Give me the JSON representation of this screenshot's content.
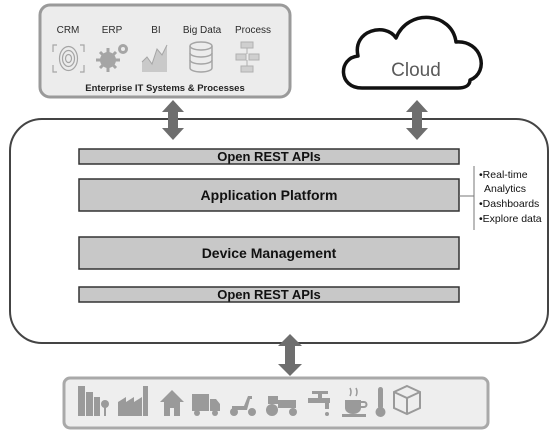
{
  "enterprise": {
    "systems": [
      {
        "label": "CRM",
        "icon": "fingerprint-icon"
      },
      {
        "label": "ERP",
        "icon": "gears-icon"
      },
      {
        "label": "BI",
        "icon": "chart-icon"
      },
      {
        "label": "Big Data",
        "icon": "database-icon"
      },
      {
        "label": "Process",
        "icon": "flowchart-icon"
      }
    ],
    "caption": "Enterprise IT Systems & Processes"
  },
  "cloud": {
    "label": "Cloud"
  },
  "platform": {
    "bars": [
      {
        "label": "Open REST APIs"
      },
      {
        "label": "Application Platform"
      },
      {
        "label": "Device Management"
      },
      {
        "label": "Open REST APIs"
      }
    ],
    "side_list": [
      {
        "text": "•Real-time"
      },
      {
        "text": "Analytics"
      },
      {
        "text": "•Dashboards"
      },
      {
        "text": "•Explore data"
      }
    ]
  },
  "devices": {
    "icons": [
      "city-buildings-icon",
      "factory-icon",
      "house-icon",
      "truck-icon",
      "scooter-icon",
      "tractor-icon",
      "faucet-icon",
      "coffee-cup-icon",
      "thermometer-icon",
      "package-icon"
    ]
  },
  "colors": {
    "border": "#444444",
    "bar_fill": "#c8c8c8",
    "enterprise_box_fill": "#ececec",
    "arrow": "#6e6e6e",
    "icon": "#9a9a9a"
  }
}
